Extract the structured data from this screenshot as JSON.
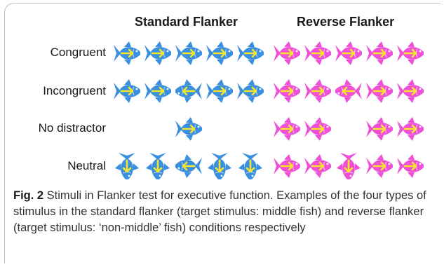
{
  "headers": {
    "standard": "Standard Flanker",
    "reverse": "Reverse Flanker"
  },
  "rows": [
    {
      "label": "Congruent",
      "standard": [
        "right",
        "right",
        "right",
        "right",
        "right"
      ],
      "reverse": [
        "right",
        "right",
        "right",
        "right",
        "right"
      ]
    },
    {
      "label": "Incongruent",
      "standard": [
        "right",
        "right",
        "left",
        "right",
        "right"
      ],
      "reverse": [
        "right",
        "right",
        "left",
        "right",
        "right"
      ]
    },
    {
      "label": "No distractor",
      "standard": [
        null,
        null,
        "right",
        null,
        null
      ],
      "reverse": [
        "right",
        "right",
        null,
        "right",
        "right"
      ]
    },
    {
      "label": "Neutral",
      "standard": [
        "down",
        "down",
        "left",
        "down",
        "down"
      ],
      "reverse": [
        "right",
        "right",
        "down",
        "right",
        "right"
      ]
    }
  ],
  "colors": {
    "standard_fish": "#3a8fe0",
    "reverse_fish": "#f050d8",
    "arrow": "#f5e62a"
  },
  "caption": {
    "label": "Fig. 2",
    "text": " Stimuli in Flanker test for executive function. Examples of the four types of stimulus in the standard flanker (target stimulus: middle fish) and reverse flanker (target stimulus: ‘non-middle’ fish) conditions respectively"
  }
}
